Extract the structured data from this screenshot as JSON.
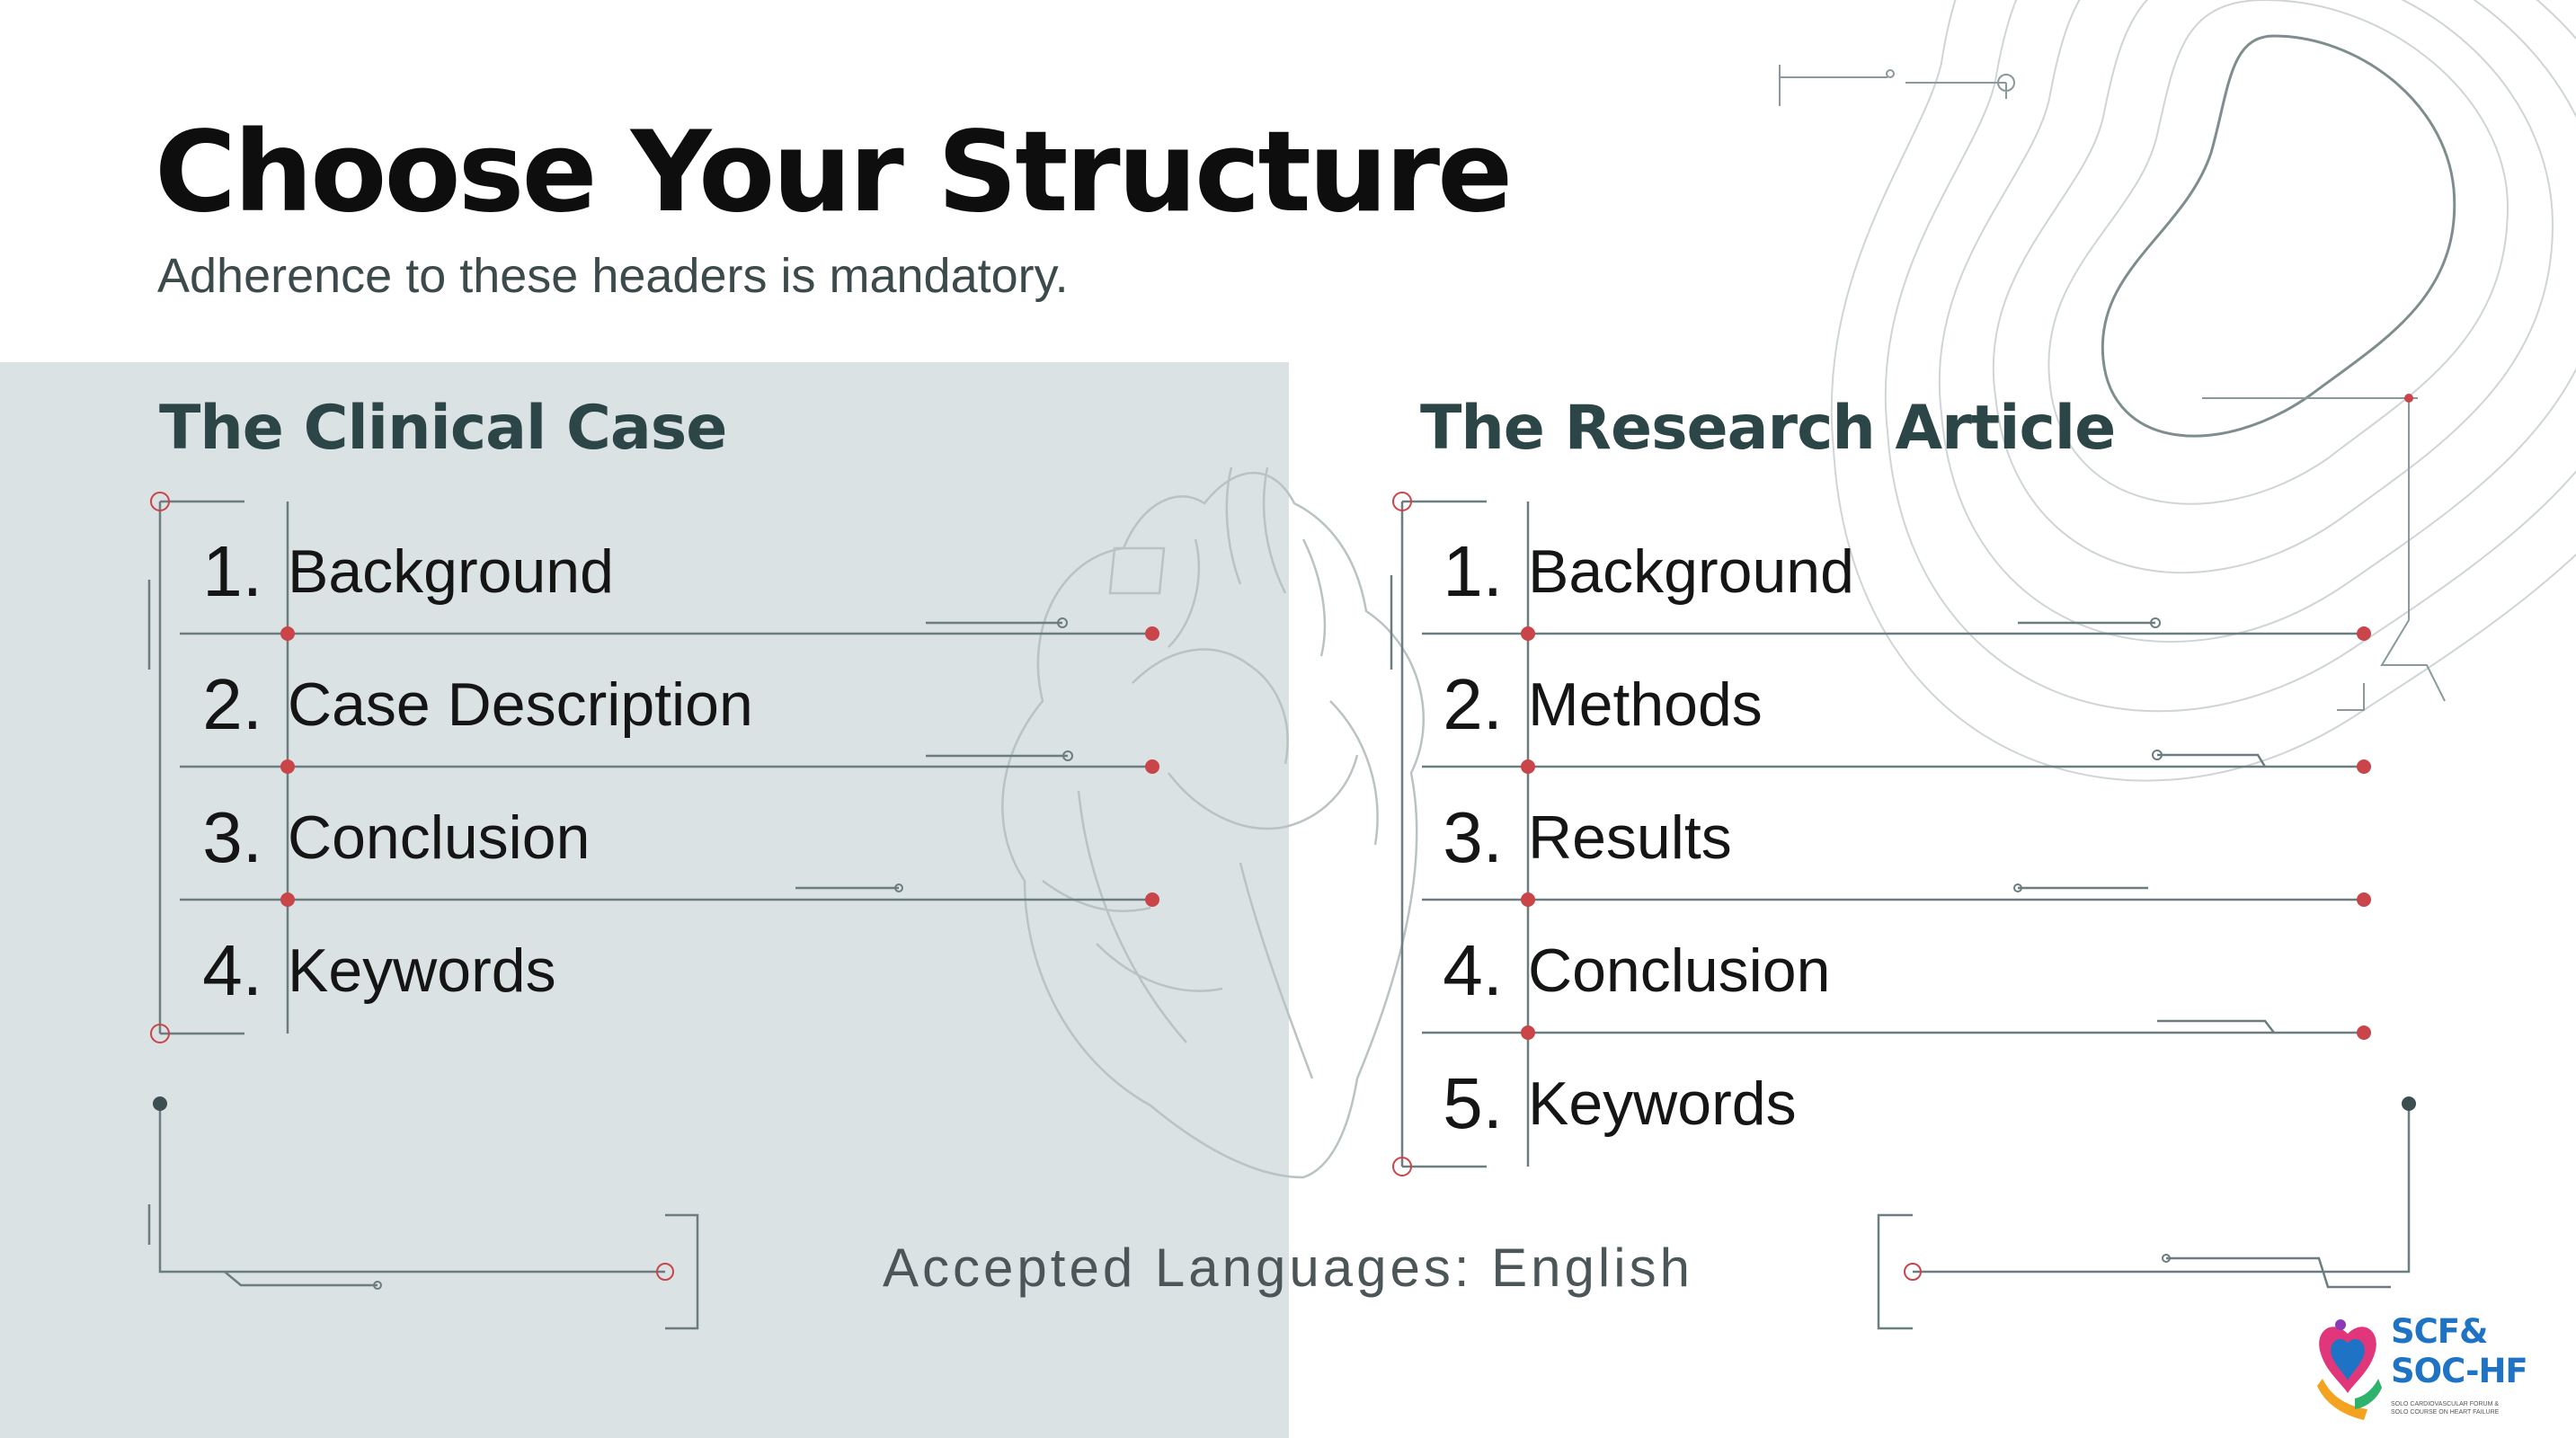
{
  "header": {
    "title": "Choose Your Structure",
    "subtitle": "Adherence to these headers is mandatory."
  },
  "clinical_case": {
    "title": "The Clinical Case",
    "items": [
      {
        "number": "1.",
        "label": "Background"
      },
      {
        "number": "2.",
        "label": "Case Description"
      },
      {
        "number": "3.",
        "label": "Conclusion"
      },
      {
        "number": "4.",
        "label": "Keywords"
      }
    ]
  },
  "research_article": {
    "title": "The Research Article",
    "items": [
      {
        "number": "1.",
        "label": "Background"
      },
      {
        "number": "2.",
        "label": "Methods"
      },
      {
        "number": "3.",
        "label": "Results"
      },
      {
        "number": "4.",
        "label": "Conclusion"
      },
      {
        "number": "5.",
        "label": "Keywords"
      }
    ]
  },
  "footer": {
    "languages": "Accepted Languages: English"
  },
  "logo": {
    "line1": "SCF&",
    "line2": "SOC-HF",
    "tagline_1": "SOLO CARDIOVASCULAR FORUM &",
    "tagline_2": "SOLO COURSE ON HEART FAILURE"
  },
  "colors": {
    "panel": "#dae2e3",
    "accent_red": "#c9454a",
    "section_title": "#2c4546",
    "line": "#7f9698"
  },
  "icons": [
    "heart-illustration-icon",
    "topographic-lines-icon",
    "circuit-lines-icon"
  ]
}
